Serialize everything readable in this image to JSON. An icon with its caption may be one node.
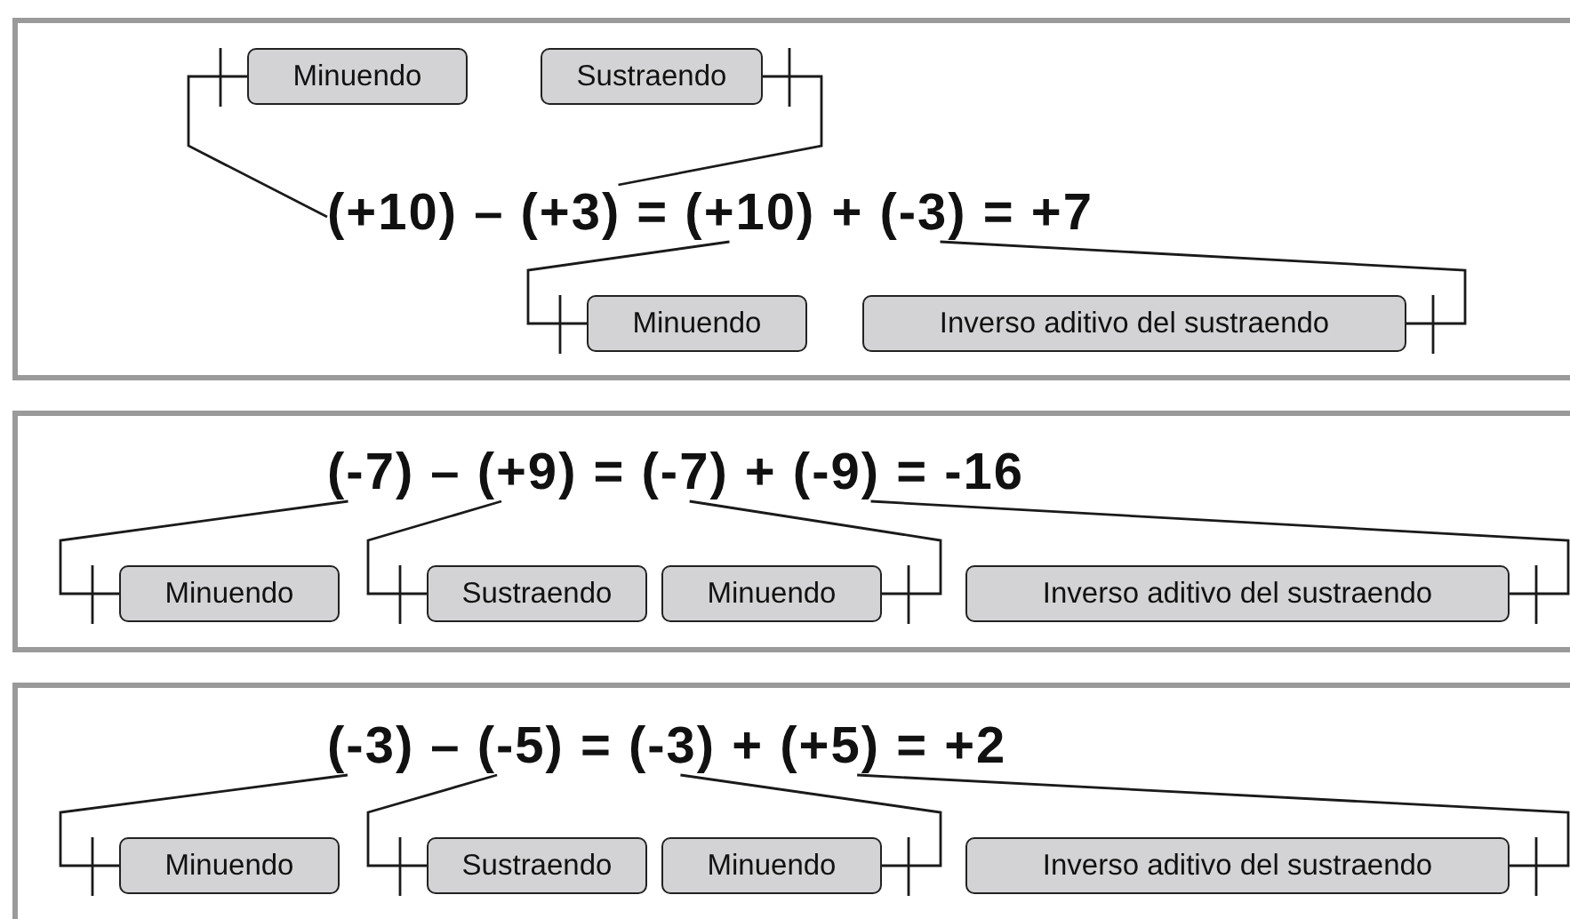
{
  "diagram": {
    "nodes": [
      {
        "text": [],
        "shape": "box"
      },
      {
        "text": [
          "(+10) – (+3) = (+10) + (-3) = +7"
        ],
        "in": 0
      },
      {
        "text": [
          "Minuendo"
        ],
        "in": 0
      },
      {
        "text": [
          "Sustraendo"
        ],
        "in": 0
      },
      {
        "text": [
          "Minuendo"
        ],
        "in": 0
      },
      {
        "text": [
          "Inverso aditivo del sustraendo"
        ],
        "in": 0
      },
      {
        "text": [],
        "shape": "box"
      },
      {
        "text": [
          "(-7) – (+9) = (-7) + (-9) = -16"
        ],
        "in": 6
      },
      {
        "text": [
          "Minuendo"
        ],
        "in": 6
      },
      {
        "text": [
          "Sustraendo"
        ],
        "in": 6
      },
      {
        "text": [
          "Minuendo"
        ],
        "in": 6
      },
      {
        "text": [
          "Inverso aditivo del sustraendo"
        ],
        "in": 6
      },
      {
        "text": [],
        "shape": "box"
      },
      {
        "text": [
          "(-3) – (-5) = (-3) + (+5) = +2"
        ],
        "in": 12
      },
      {
        "text": [
          "Minuendo"
        ],
        "in": 12
      },
      {
        "text": [
          "Sustraendo"
        ],
        "in": 12
      },
      {
        "text": [
          "Minuendo"
        ],
        "in": 12
      },
      {
        "text": [
          "Inverso aditivo del sustraendo"
        ],
        "in": 12
      }
    ],
    "edges": [
      {
        "from": 2,
        "to": 1,
        "arrow": "none"
      },
      {
        "from": 3,
        "to": 1,
        "arrow": "none"
      },
      {
        "from": 4,
        "to": 1,
        "arrow": "none"
      },
      {
        "from": 5,
        "to": 1,
        "arrow": "none"
      },
      {
        "from": 8,
        "to": 7,
        "arrow": "none"
      },
      {
        "from": 9,
        "to": 7,
        "arrow": "none"
      },
      {
        "from": 10,
        "to": 7,
        "arrow": "none"
      },
      {
        "from": 11,
        "to": 7,
        "arrow": "none"
      },
      {
        "from": 14,
        "to": 13,
        "arrow": "none"
      },
      {
        "from": 15,
        "to": 13,
        "arrow": "none"
      },
      {
        "from": 16,
        "to": 13,
        "arrow": "none"
      },
      {
        "from": 17,
        "to": 13,
        "arrow": "none"
      }
    ]
  }
}
